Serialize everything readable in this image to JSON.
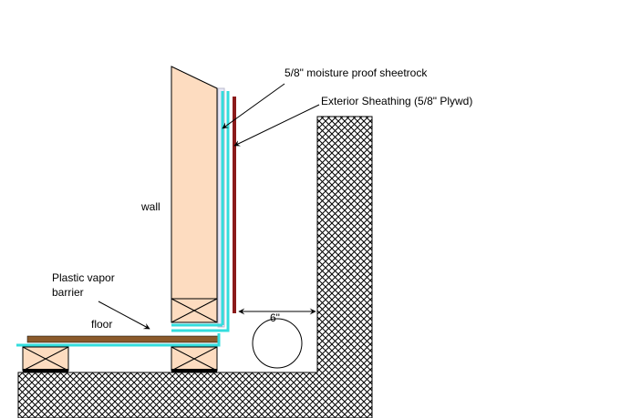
{
  "labels": {
    "sheetrock": "5/8\" moisture proof sheetrock",
    "sheathing": "Exterior Sheathing (5/8\" Plywd)",
    "wall": "wall",
    "vapor_line1": "Plastic vapor",
    "vapor_line2": "barrier",
    "floor": "floor",
    "gap": "6\""
  },
  "colors": {
    "background": "#ffffff",
    "wall_fill": "#fddcc0",
    "sheetrock_fill": "#e8e8f8",
    "vapor_barrier": "#33dddd",
    "sheathing": "#8b1a1a",
    "floor_board": "#8b5a2b",
    "hatch": "#000000",
    "line": "#000000"
  }
}
